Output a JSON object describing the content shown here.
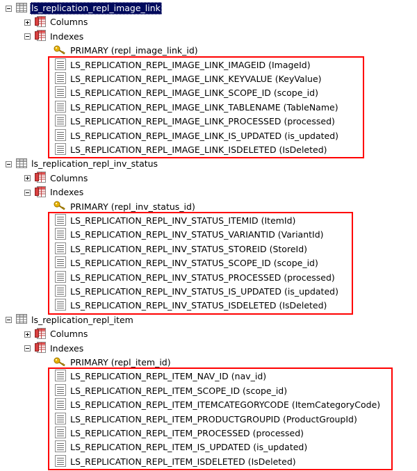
{
  "colors": {
    "selection_bg": "#000a5c",
    "highlight_border": "#ff0000",
    "key_icon": "#e8b200"
  },
  "tables": [
    {
      "name": "ls_replication_repl_image_link",
      "columns_label": "Columns",
      "indexes_label": "Indexes",
      "primary_key": "PRIMARY (repl_image_link_id)",
      "indexes": [
        "LS_REPLICATION_REPL_IMAGE_LINK_IMAGEID (ImageId)",
        "LS_REPLICATION_REPL_IMAGE_LINK_KEYVALUE (KeyValue)",
        "LS_REPLICATION_REPL_IMAGE_LINK_SCOPE_ID (scope_id)",
        "LS_REPLICATION_REPL_IMAGE_LINK_TABLENAME (TableName)",
        "LS_REPLICATION_REPL_IMAGE_LINK_PROCESSED (processed)",
        "LS_REPLICATION_REPL_IMAGE_LINK_IS_UPDATED (is_updated)",
        "LS_REPLICATION_REPL_IMAGE_LINK_ISDELETED (IsDeleted)"
      ]
    },
    {
      "name": "ls_replication_repl_inv_status",
      "columns_label": "Columns",
      "indexes_label": "Indexes",
      "primary_key": "PRIMARY (repl_inv_status_id)",
      "indexes": [
        "LS_REPLICATION_REPL_INV_STATUS_ITEMID (ItemId)",
        "LS_REPLICATION_REPL_INV_STATUS_VARIANTID (VariantId)",
        "LS_REPLICATION_REPL_INV_STATUS_STOREID (StoreId)",
        "LS_REPLICATION_REPL_INV_STATUS_SCOPE_ID (scope_id)",
        "LS_REPLICATION_REPL_INV_STATUS_PROCESSED (processed)",
        "LS_REPLICATION_REPL_INV_STATUS_IS_UPDATED (is_updated)",
        "LS_REPLICATION_REPL_INV_STATUS_ISDELETED (IsDeleted)"
      ]
    },
    {
      "name": "ls_replication_repl_item",
      "columns_label": "Columns",
      "indexes_label": "Indexes",
      "primary_key": "PRIMARY (repl_item_id)",
      "indexes": [
        "LS_REPLICATION_REPL_ITEM_NAV_ID (nav_id)",
        "LS_REPLICATION_REPL_ITEM_SCOPE_ID (scope_id)",
        "LS_REPLICATION_REPL_ITEM_ITEMCATEGORYCODE (ItemCategoryCode)",
        "LS_REPLICATION_REPL_ITEM_PRODUCTGROUPID (ProductGroupId)",
        "LS_REPLICATION_REPL_ITEM_PROCESSED (processed)",
        "LS_REPLICATION_REPL_ITEM_IS_UPDATED (is_updated)",
        "LS_REPLICATION_REPL_ITEM_ISDELETED (IsDeleted)"
      ]
    }
  ]
}
